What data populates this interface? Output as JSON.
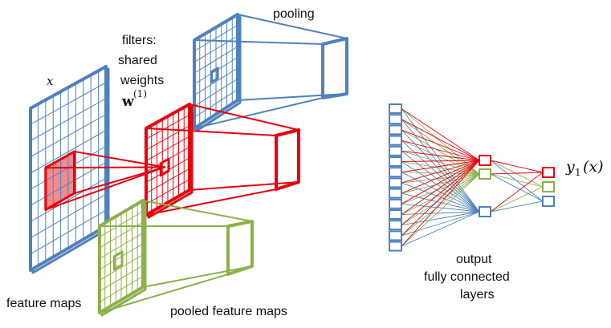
{
  "colors": {
    "blue": "#4f81bd",
    "red": "#e8000d",
    "green": "#8db04a",
    "fill_red": "#f28b8e"
  },
  "labels": {
    "pooling": "pooling",
    "filters_1": "filters:",
    "filters_2": "shared",
    "filters_3": "weights",
    "weights_symbol": "w",
    "weights_superscript": "(1)",
    "input_symbol": "x",
    "feature_maps": "feature maps",
    "pooled_feature_maps": "pooled feature maps",
    "output_1": "output",
    "output_2": "fully connected",
    "output_3": "layers",
    "y_symbol": "y",
    "y_subscript": "1",
    "y_arg": "(x)"
  },
  "network": {
    "input_nodes": 14,
    "hidden_node_colors": [
      "red",
      "green",
      "blue"
    ],
    "output_node_colors": [
      "red",
      "green",
      "blue"
    ]
  }
}
